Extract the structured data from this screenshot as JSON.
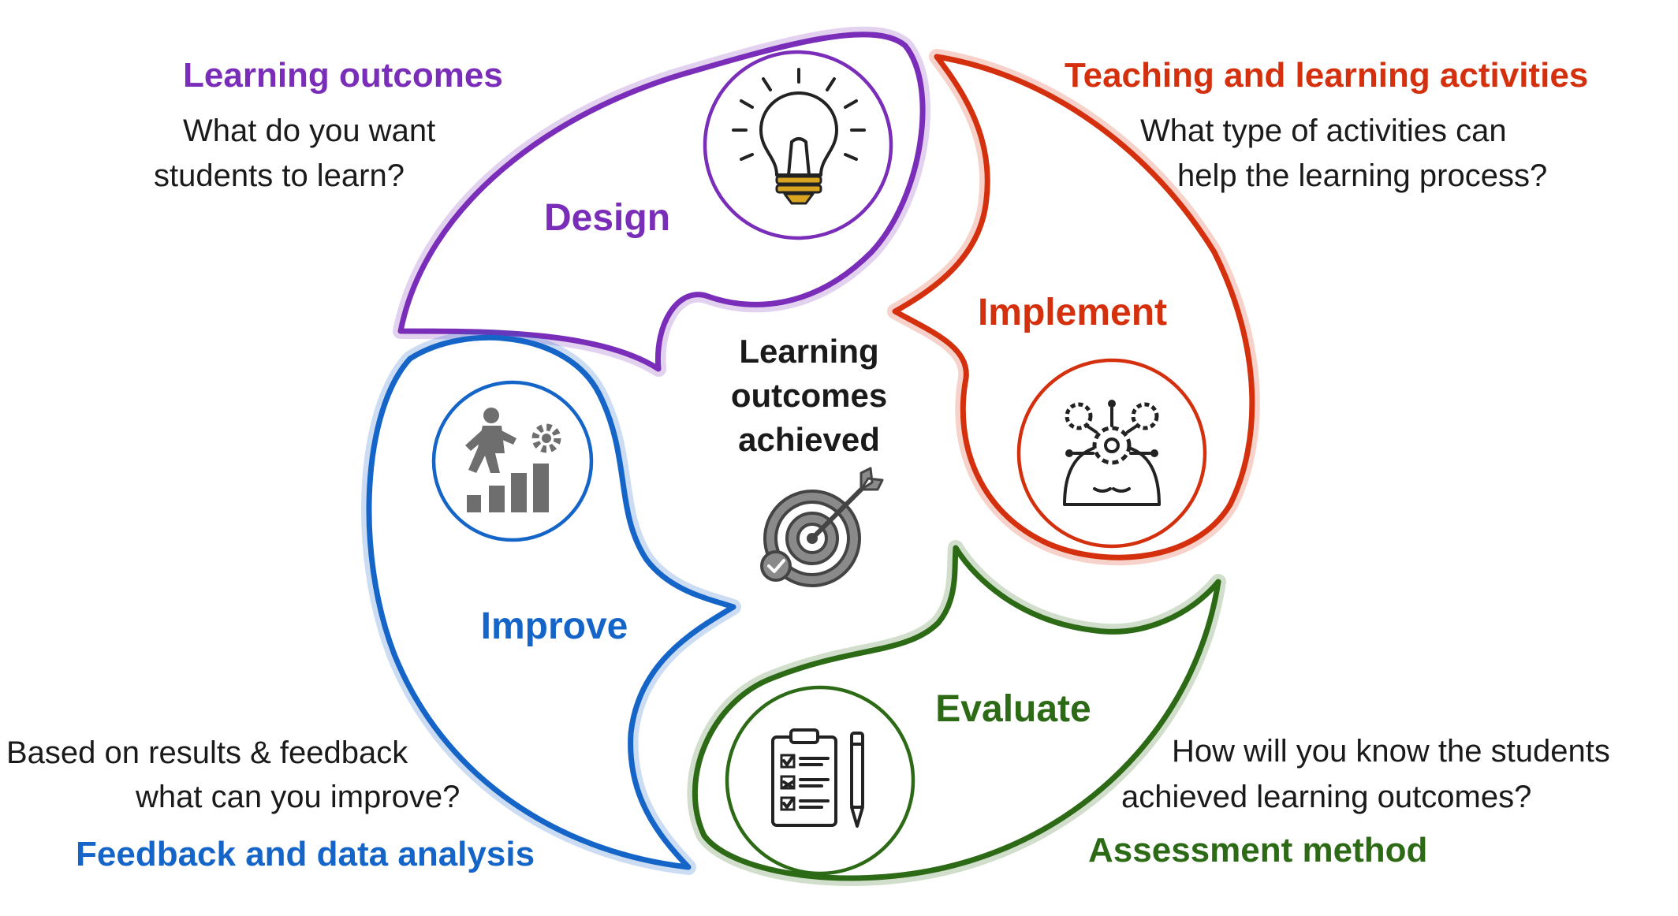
{
  "colors": {
    "design": "#7a2db8",
    "implement": "#d4300e",
    "evaluate": "#2c6a16",
    "improve": "#1565c8",
    "text": "#1a1a1a",
    "icon_gray": "#6e6e6e"
  },
  "center": {
    "lines": [
      "Learning",
      "outcomes",
      "achieved"
    ],
    "icon": "target-icon"
  },
  "stages": {
    "design": {
      "name": "Design",
      "heading": "Learning outcomes",
      "question": [
        "What do you want",
        "students to learn?"
      ],
      "icon": "lightbulb-icon"
    },
    "implement": {
      "name": "Implement",
      "heading": "Teaching and learning activities",
      "question": [
        "What type of activities can",
        "help the learning process?"
      ],
      "icon": "head-gears-icon"
    },
    "evaluate": {
      "name": "Evaluate",
      "heading": "Assessment method",
      "question": [
        "How will you know the students",
        "achieved learning outcomes?"
      ],
      "icon": "checklist-icon"
    },
    "improve": {
      "name": "Improve",
      "heading": "Feedback and data analysis",
      "question": [
        "Based on results & feedback",
        "what can you improve?"
      ],
      "icon": "growth-steps-icon"
    }
  }
}
